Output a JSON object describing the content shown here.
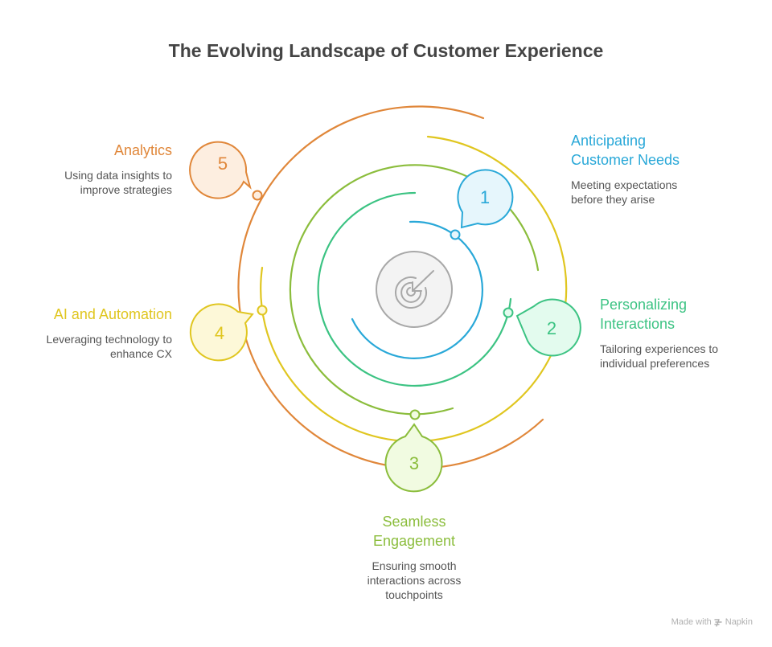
{
  "title": "The Evolving Landscape of Customer Experience",
  "center_icon": "target-arrow-icon",
  "steps": [
    {
      "number": "1",
      "heading_line1": "Anticipating",
      "heading_line2": "Customer Needs",
      "desc_line1": "Meeting expectations",
      "desc_line2": "before they arise",
      "color": "#29a8d8",
      "fill": "#e6f6fc"
    },
    {
      "number": "2",
      "heading_line1": "Personalizing",
      "heading_line2": "Interactions",
      "desc_line1": "Tailoring experiences to",
      "desc_line2": "individual preferences",
      "color": "#3cc383",
      "fill": "#e3fbee"
    },
    {
      "number": "3",
      "heading_line1": "Seamless",
      "heading_line2": "Engagement",
      "desc_line1": "Ensuring smooth",
      "desc_line2": "interactions across",
      "desc_line3": "touchpoints",
      "color": "#8bbd3c",
      "fill": "#f1fbe1"
    },
    {
      "number": "4",
      "heading_line1": "AI and Automation",
      "desc_line1": "Leveraging technology to",
      "desc_line2": "enhance CX",
      "color": "#e0c620",
      "fill": "#fdf8d8"
    },
    {
      "number": "5",
      "heading_line1": "Analytics",
      "desc_line1": "Using data insights to",
      "desc_line2": "improve strategies",
      "color": "#e0873a",
      "fill": "#fdeee0"
    }
  ],
  "footer": {
    "made_with": "Made with",
    "brand": "Napkin"
  }
}
